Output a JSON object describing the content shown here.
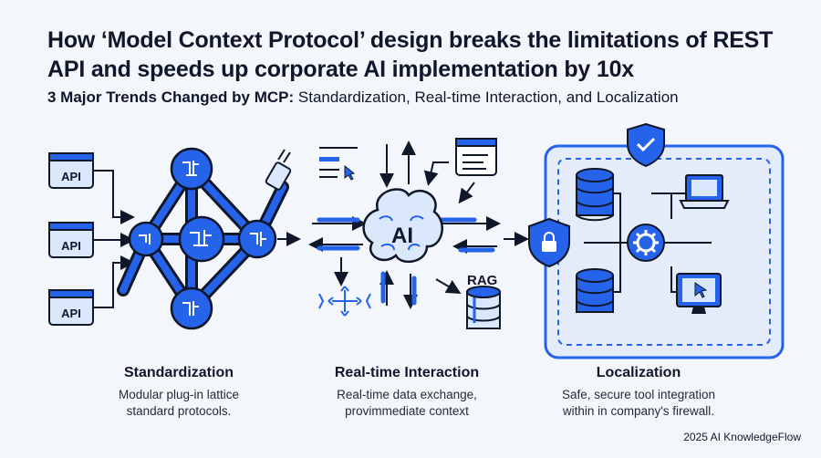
{
  "header": {
    "title": "How ‘Model Context Protocol’ design breaks the limitations of REST API and speeds up corporate AI implementation by 10x",
    "subtitle_bold": "3 Major Trends Changed by MCP:",
    "subtitle_rest": " Standardization, Real-time Interaction, and Localization"
  },
  "diagram": {
    "api_label": "API",
    "ai_label": "AI",
    "rag_label": "RAG"
  },
  "sections": [
    {
      "title": "Standardization",
      "line1": "Modular plug-in lattice",
      "line2": "standard protocols."
    },
    {
      "title": "Real-time Interaction",
      "line1": "Real-time data exchange,",
      "line2": "provimmediate context"
    },
    {
      "title": "Localization",
      "line1": "Safe, secure tool integration",
      "line2": "within in company's firewall."
    }
  ],
  "footer": {
    "credit": "2025 AI KnowledgeFlow"
  },
  "colors": {
    "primary": "#2563eb",
    "dark": "#0f172a",
    "light": "#dbe7fb",
    "background": "#f3f6fb"
  }
}
